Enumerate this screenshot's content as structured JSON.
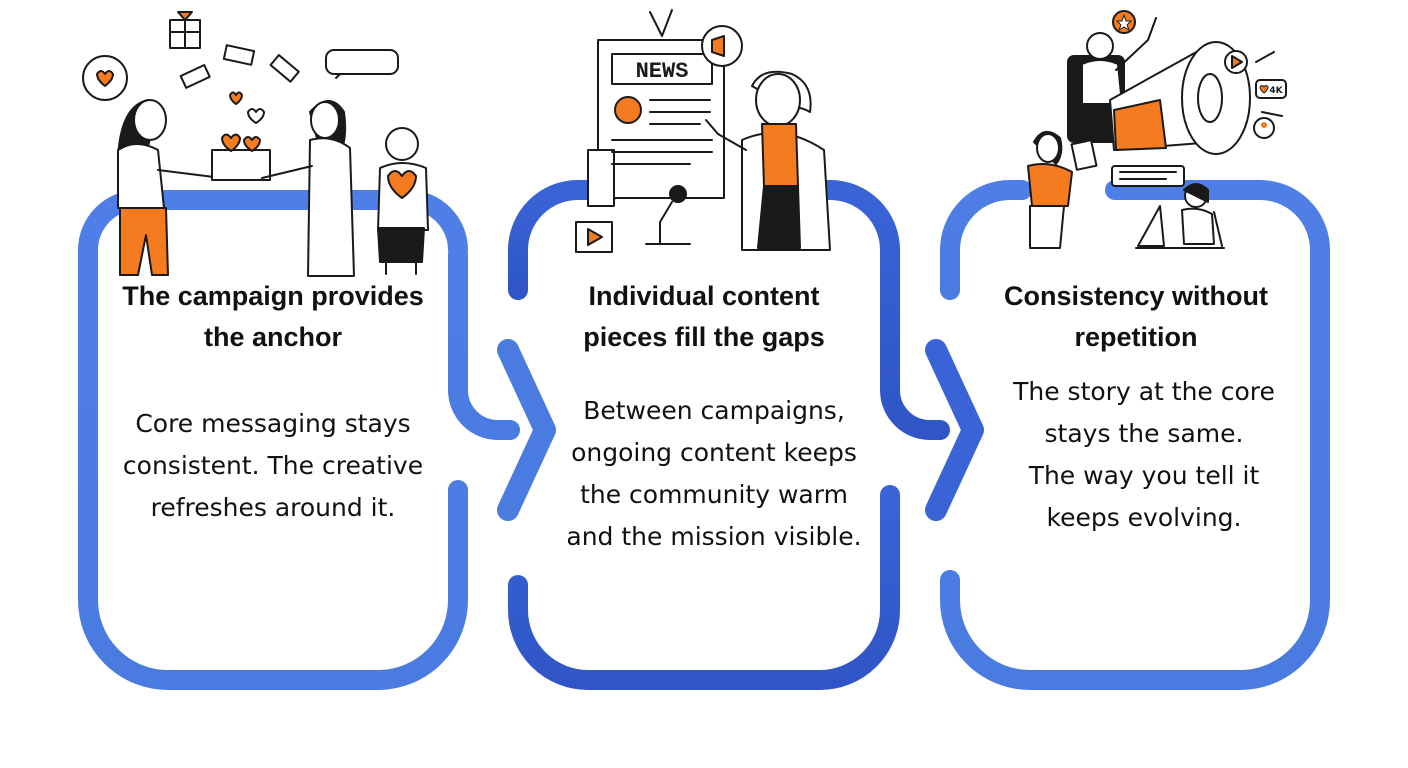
{
  "steps": [
    {
      "title": [
        "The campaign provides",
        "the anchor"
      ],
      "body": [
        "Core messaging stays",
        "consistent. The creative",
        "refreshes around it."
      ]
    },
    {
      "title": [
        "Individual content",
        "pieces fill the gaps"
      ],
      "body": [
        "Between campaigns,",
        "ongoing content keeps",
        "the community warm",
        "and the mission visible."
      ]
    },
    {
      "title": [
        "Consistency without",
        "repetition"
      ],
      "body": [
        "The story at the core",
        "stays the same.",
        "The way you tell it",
        "keeps evolving."
      ]
    }
  ],
  "illustrations": {
    "step1": "donation-people-icon",
    "step2": "news-presenter-icon",
    "step3": "megaphone-social-icon",
    "news_sign": "NEWS",
    "badge_4k": "4K"
  },
  "colors": {
    "blue": "#4a7be0",
    "blue_dark": "#2f55c6",
    "orange": "#f47b20",
    "ink": "#1a1a1a"
  }
}
